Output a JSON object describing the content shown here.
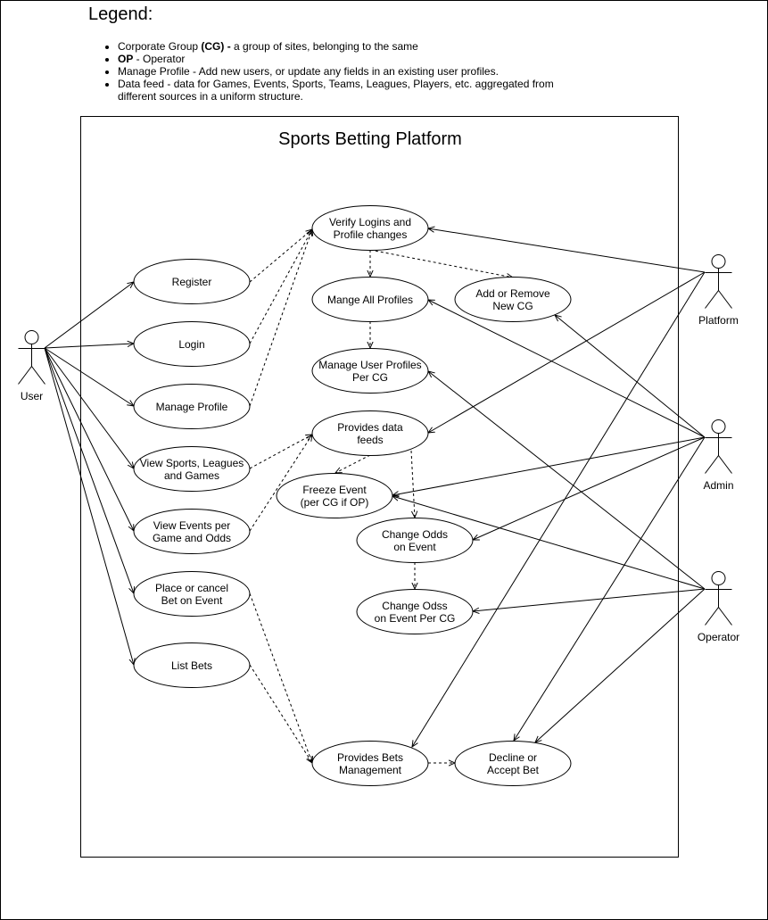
{
  "legend": {
    "title": "Legend:",
    "items": [
      {
        "bold": "",
        "pre": "Corporate Group ",
        "bold_inline": "(CG) -",
        "post": " a group of sites, belonging to the same"
      },
      {
        "pre": "",
        "bold_inline": "OP",
        "post": " - Operator"
      },
      {
        "pre": "Manage Profile - Add new users, or update any fields in an existing user profiles.",
        "bold_inline": "",
        "post": ""
      },
      {
        "pre": "Data feed - data for Games, Events, Sports, Teams, Leagues, Players, etc. aggregated from different sources in a uniform structure.",
        "bold_inline": "",
        "post": ""
      }
    ]
  },
  "system": {
    "title": "Sports Betting Platform"
  },
  "actors": {
    "user": "User",
    "platform": "Platform",
    "admin": "Admin",
    "operator": "Operator"
  },
  "use_cases": {
    "register": [
      "Register"
    ],
    "login": [
      "Login"
    ],
    "manage_profile": [
      "Manage Profile"
    ],
    "view_sports": [
      "View Sports, Leagues",
      "and Games"
    ],
    "view_events": [
      "View Events per",
      "Game and Odds"
    ],
    "place_bet": [
      "Place or cancel",
      "Bet on Event"
    ],
    "list_bets": [
      "List Bets"
    ],
    "verify_logins": [
      "Verify Logins and",
      "Profile changes"
    ],
    "manage_all_profiles": [
      "Mange All Profiles"
    ],
    "add_remove_cg": [
      "Add or Remove",
      "New CG"
    ],
    "manage_user_profiles_cg": [
      "Manage User Profiles",
      "Per CG"
    ],
    "provides_data_feeds": [
      "Provides data",
      "feeds"
    ],
    "freeze_event": [
      "Freeze Event",
      "(per CG if OP)"
    ],
    "change_odds": [
      "Change Odds",
      "on Event"
    ],
    "change_odds_cg": [
      "Change Odss",
      "on Event Per CG"
    ],
    "provides_bets": [
      "Provides Bets",
      "Management"
    ],
    "decline_accept": [
      "Decline or",
      "Accept Bet"
    ]
  }
}
